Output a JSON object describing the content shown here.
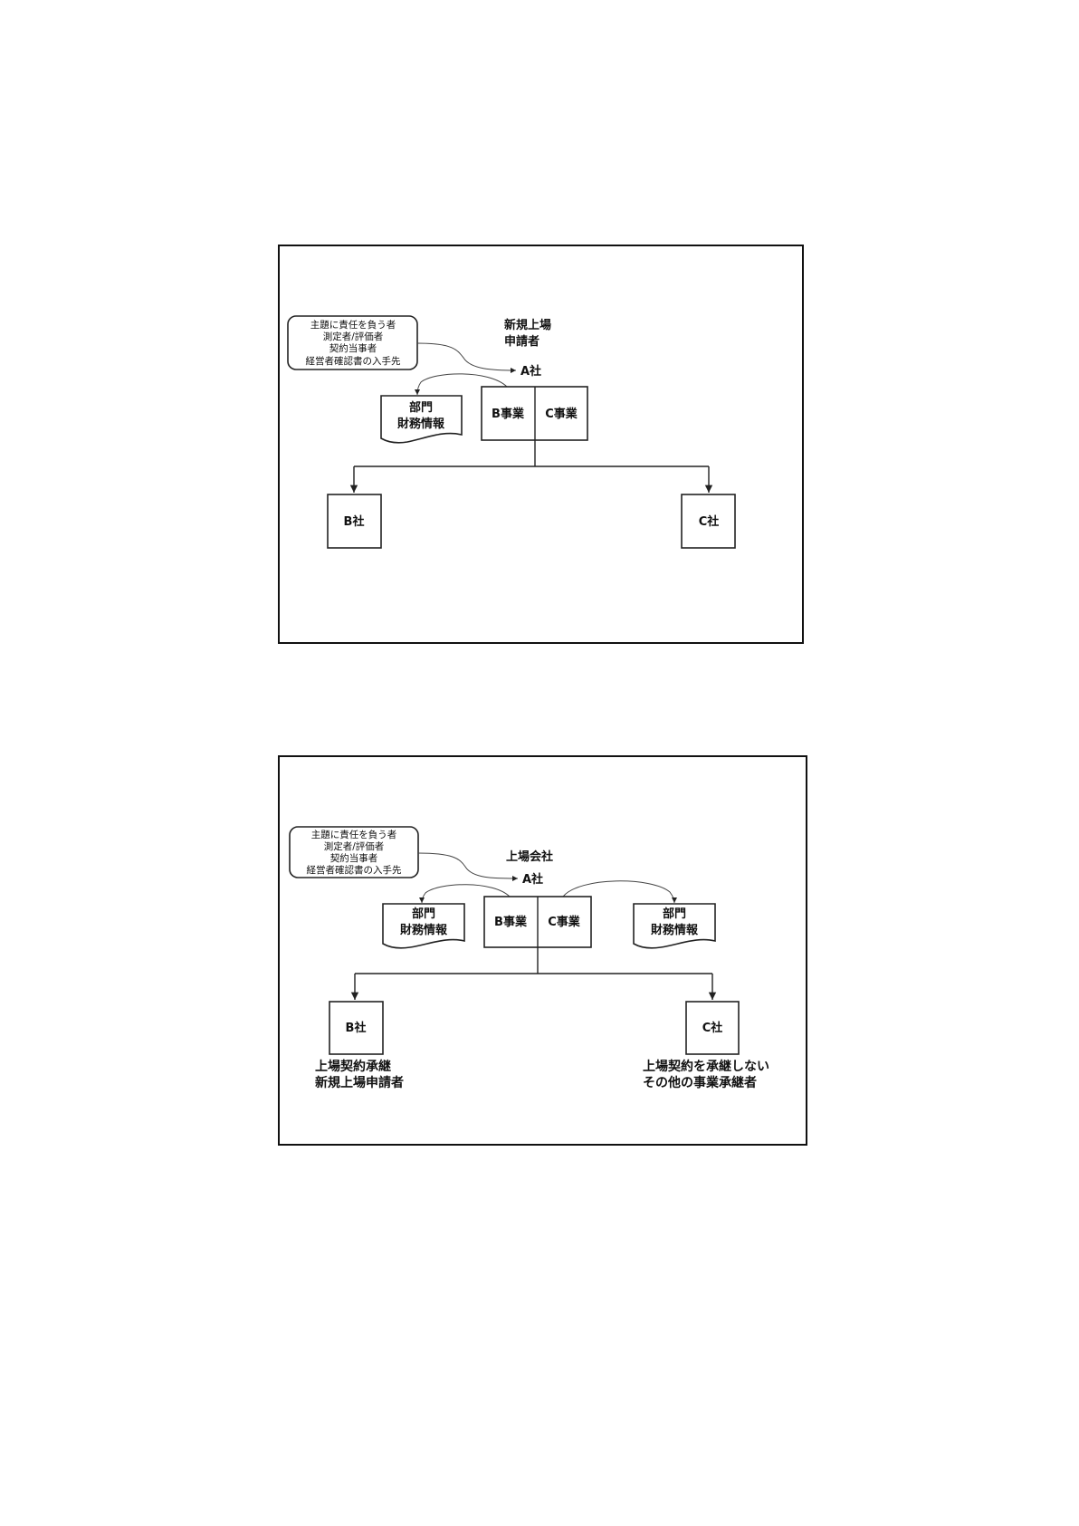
{
  "diagram1": {
    "callout_lines": [
      "主題に責任を負う者",
      "測定者/評価者",
      "契約当事者",
      "経営者確認書の入手先"
    ],
    "status_lines": [
      "新規上場",
      "申請者"
    ],
    "company_a": "A社",
    "segment_info_lines": [
      "部門",
      "財務情報"
    ],
    "business_b": "B事業",
    "business_c": "C事業",
    "company_b": "B社",
    "company_c": "C社"
  },
  "diagram2": {
    "callout_lines": [
      "主題に責任を負う者",
      "測定者/評価者",
      "契約当事者",
      "経営者確認書の入手先"
    ],
    "status_label": "上場会社",
    "company_a": "A社",
    "segment_info_left_lines": [
      "部門",
      "財務情報"
    ],
    "segment_info_right_lines": [
      "部門",
      "財務情報"
    ],
    "business_b": "B事業",
    "business_c": "C事業",
    "company_b": "B社",
    "company_c": "C社",
    "company_b_note": [
      "上場契約承継",
      "新規上場申請者"
    ],
    "company_c_note": [
      "上場契約を承継しない",
      "その他の事業承継者"
    ]
  }
}
